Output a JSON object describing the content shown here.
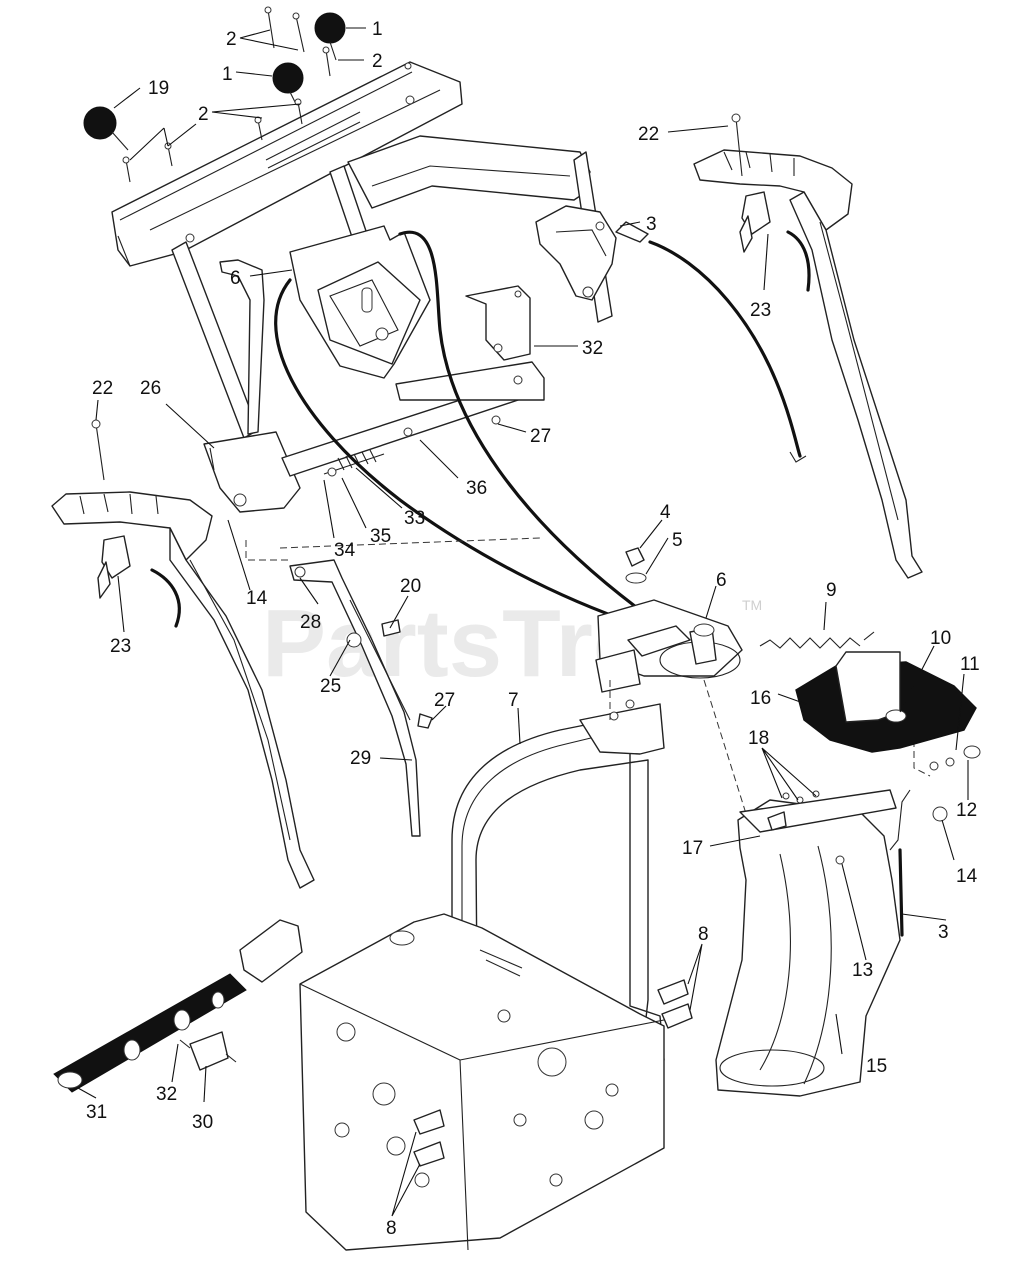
{
  "watermark": {
    "brand": "PartsTree",
    "mark": "TM"
  },
  "callouts": [
    {
      "id": "c1a",
      "label": "1"
    },
    {
      "id": "c1b",
      "label": "1"
    },
    {
      "id": "c2a",
      "label": "2"
    },
    {
      "id": "c2b",
      "label": "2"
    },
    {
      "id": "c2c",
      "label": "2"
    },
    {
      "id": "c19",
      "label": "19"
    },
    {
      "id": "c22a",
      "label": "22"
    },
    {
      "id": "c22b",
      "label": "22"
    },
    {
      "id": "c3a",
      "label": "3"
    },
    {
      "id": "c3b",
      "label": "3"
    },
    {
      "id": "c6a",
      "label": "6"
    },
    {
      "id": "c6b",
      "label": "6"
    },
    {
      "id": "c23a",
      "label": "23"
    },
    {
      "id": "c23b",
      "label": "23"
    },
    {
      "id": "c32a",
      "label": "32"
    },
    {
      "id": "c32b",
      "label": "32"
    },
    {
      "id": "c26",
      "label": "26"
    },
    {
      "id": "c27a",
      "label": "27"
    },
    {
      "id": "c27b",
      "label": "27"
    },
    {
      "id": "c36",
      "label": "36"
    },
    {
      "id": "c33",
      "label": "33"
    },
    {
      "id": "c35",
      "label": "35"
    },
    {
      "id": "c34",
      "label": "34"
    },
    {
      "id": "c14a",
      "label": "14"
    },
    {
      "id": "c14b",
      "label": "14"
    },
    {
      "id": "c4",
      "label": "4"
    },
    {
      "id": "c5",
      "label": "5"
    },
    {
      "id": "c9",
      "label": "9"
    },
    {
      "id": "c10",
      "label": "10"
    },
    {
      "id": "c11",
      "label": "11"
    },
    {
      "id": "c12",
      "label": "12"
    },
    {
      "id": "c16",
      "label": "16"
    },
    {
      "id": "c18",
      "label": "18"
    },
    {
      "id": "c17",
      "label": "17"
    },
    {
      "id": "c13",
      "label": "13"
    },
    {
      "id": "c15",
      "label": "15"
    },
    {
      "id": "c8a",
      "label": "8"
    },
    {
      "id": "c8b",
      "label": "8"
    },
    {
      "id": "c7",
      "label": "7"
    },
    {
      "id": "c20",
      "label": "20"
    },
    {
      "id": "c28",
      "label": "28"
    },
    {
      "id": "c25",
      "label": "25"
    },
    {
      "id": "c29",
      "label": "29"
    },
    {
      "id": "c30",
      "label": "30"
    },
    {
      "id": "c31",
      "label": "31"
    }
  ]
}
